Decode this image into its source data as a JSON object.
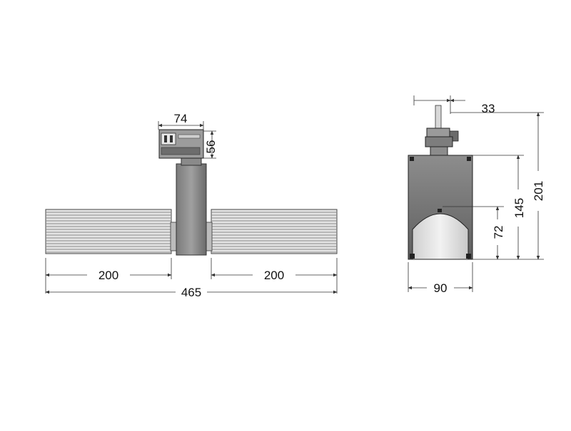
{
  "colors": {
    "body_dark": "#6e6e6e",
    "body_mid": "#9a9a9a",
    "body_light": "#d6d6d6",
    "line": "#222222",
    "dimension": "#333333",
    "background": "#ffffff"
  },
  "front_view": {
    "adapter_width": "74",
    "adapter_height": "56",
    "left_head_length": "200",
    "right_head_length": "200",
    "overall_length": "465"
  },
  "side_view": {
    "adapter_offset": "33",
    "overall_height": "201",
    "housing_height": "145",
    "opening_height": "72",
    "housing_width": "90"
  }
}
